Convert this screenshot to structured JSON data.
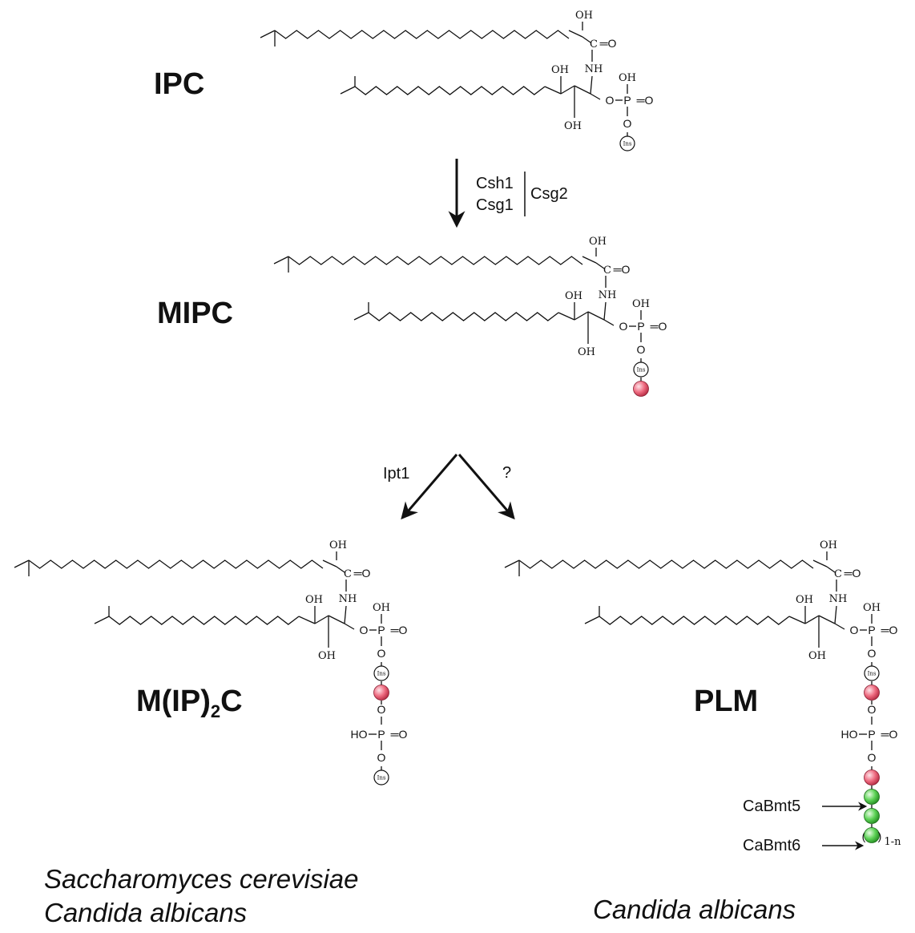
{
  "compounds": {
    "ipc": "IPC",
    "mipc": "MIPC",
    "mip2c_main": "M(IP)",
    "mip2c_sub": "2",
    "mip2c_end": "C",
    "plm": "PLM"
  },
  "enzymes": {
    "csh1": "Csh1",
    "csg1": "Csg1",
    "csg2": "Csg2",
    "ipt1": "Ipt1",
    "unknown": "?",
    "bmt5": "CaBmt5",
    "bmt6": "CaBmt6"
  },
  "organisms": {
    "left_1": "Saccharomyces cerevisiae",
    "left_2": "Candida albicans",
    "right_1": "Candida albicans"
  },
  "chem": {
    "oh": "OH",
    "c": "C",
    "eq": "═O",
    "nh": "NH",
    "o": "O",
    "p": "P",
    "ho": "HO",
    "ins": "Ins",
    "repeat": "1-n"
  },
  "colors": {
    "mannose_red": "#e8546a",
    "glucose_green": "#4cc94a"
  }
}
